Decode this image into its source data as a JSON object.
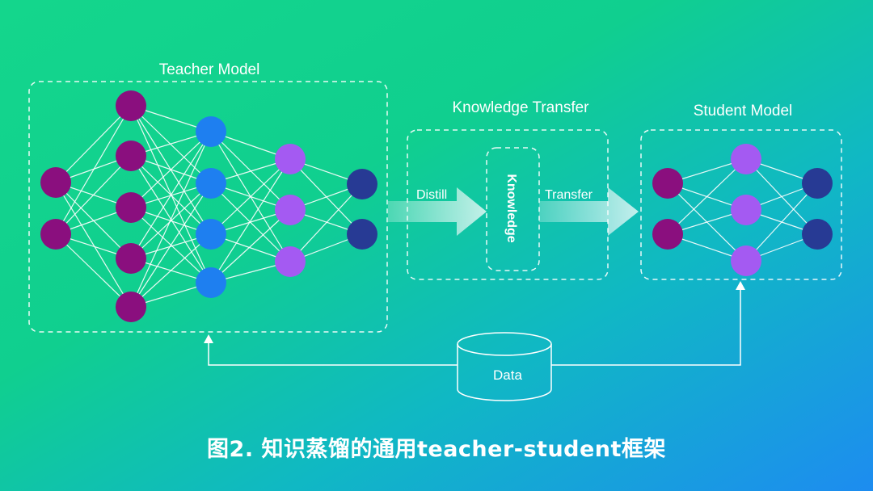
{
  "diagram": {
    "teacher_label": "Teacher Model",
    "transfer_box_label": "Knowledge Transfer",
    "student_label": "Student Model",
    "distill_label": "Distill",
    "knowledge_label": "Knowledge",
    "transfer_label": "Transfer",
    "data_label": "Data",
    "caption": "图2. 知识蒸馏的通用teacher-student框架"
  },
  "networks": {
    "teacher_layer_sizes": [
      2,
      5,
      4,
      3,
      2
    ],
    "student_layer_sizes": [
      2,
      3,
      2
    ]
  },
  "colors": {
    "input_node": "#8a0f7e",
    "teacher_hidden_1": "#8a0f7e",
    "teacher_hidden_2": "#1e7ff0",
    "hidden_purple": "#a45af2",
    "output_node": "#273a94",
    "lines": "#ffffff"
  }
}
